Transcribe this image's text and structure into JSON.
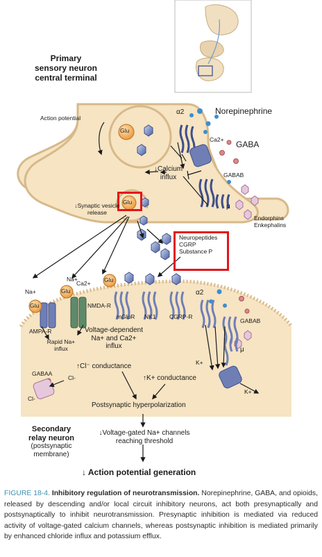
{
  "labels": {
    "primary_neuron": [
      "Primary",
      "sensory neuron",
      "central terminal"
    ],
    "action_potential": "Action potential",
    "norepinephrine": "Norepinephrine",
    "alpha2_top": "α2",
    "ca2_top": "Ca2+",
    "gaba": "GABA",
    "calcium_influx": [
      "↓Calcium",
      "influx"
    ],
    "gaba_b_top": "GABAB",
    "mu_top": "μ",
    "synaptic_release": [
      "↓Synaptic vesicle",
      "release"
    ],
    "endorphins": [
      "Endorphins",
      "Enkephalins"
    ],
    "neuropeptides": [
      "Neuropeptides",
      "CGRP",
      "Substance P"
    ],
    "glu_vesicle": "Glu",
    "glu_highlighted": "Glu",
    "na_left": "Na+",
    "na_mid": "Na+",
    "ca_mid": "Ca2+",
    "glu_ampa": "Glu",
    "glu_nmda": "Glu",
    "glu_mglur": "Glu",
    "nmda_r": "NMDA-R",
    "mglur": "mGluR",
    "nk1": "NK1",
    "cgrp_r": "CGRP-R",
    "alpha2_bottom": "α2",
    "gaba_b_bottom": "GABAB",
    "mu_bottom": "μ",
    "ampa_r": "AMPA-R",
    "rapid_na": [
      "Rapid Na+",
      "influx"
    ],
    "voltage_dependent": [
      "Voltage-dependent",
      "Na+ and Ca2+",
      "influx"
    ],
    "cl_conductance": "↑Cl⁻ conductance",
    "k_conductance": "↑K+ conductance",
    "k_in": "K+",
    "k_out": "K+",
    "gaba_a": "GABAA",
    "cl_in": "Cl-",
    "cl_out": "Cl-",
    "hyperpolarization": "Postsynaptic hyperpolarization",
    "secondary_neuron": [
      "Secondary",
      "relay neuron",
      "(postsynaptic",
      "membrane)"
    ],
    "na_channels": [
      "↓Voltage-gated Na+ channels",
      "reaching threshold"
    ],
    "ap_generation": "↓  Action potential generation"
  },
  "caption": {
    "figure": "FIGURE 18-4.",
    "title": "Inhibitory regulation of neurotransmission.",
    "text": "Norepinephrine, GABA, and opioids, released by descending and/or local circuit inhibitory neurons, act both presynaptically and postsynaptically to inhibit neurotransmission. Presynaptic inhibition is mediated via reduced activity of voltage-gated calcium channels, whereas postsynaptic inhibition is mediated primarily by enhanced chloride influx and potassium efflux."
  },
  "colors": {
    "cell_fill": "#f6e4c3",
    "cell_edge": "#d7b98a",
    "glu": "#f3a64a",
    "receptor_blue": "#6f7fb6",
    "receptor_green": "#5f8a6a",
    "highlight": "#e3141b",
    "norepinephrine_dot": "#3b8fce",
    "gaba_dot": "#d98a8a",
    "opioid_hex": "#c08ab0"
  }
}
